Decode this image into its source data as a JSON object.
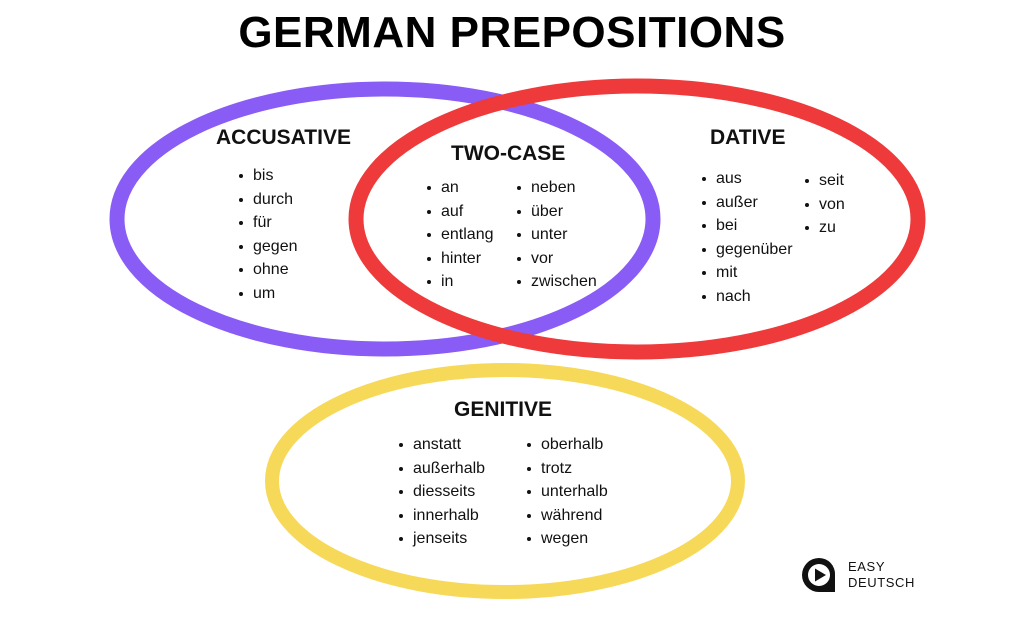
{
  "title": "GERMAN PREPOSITIONS",
  "colors": {
    "accusative": "#8a5cf6",
    "dative": "#ee3a3a",
    "genitive": "#f7d95a"
  },
  "accusative": {
    "heading": "ACCUSATIVE",
    "items": [
      "bis",
      "durch",
      "für",
      "gegen",
      "ohne",
      "um"
    ]
  },
  "two_case": {
    "heading": "TWO-CASE",
    "col1": [
      "an",
      "auf",
      "entlang",
      "hinter",
      "in"
    ],
    "col2": [
      "neben",
      "über",
      "unter",
      "vor",
      "zwischen"
    ]
  },
  "dative": {
    "heading": "DATIVE",
    "col1": [
      "aus",
      "außer",
      "bei",
      "gegenüber",
      "mit",
      "nach"
    ],
    "col2": [
      "seit",
      "von",
      "zu"
    ]
  },
  "genitive": {
    "heading": "GENITIVE",
    "col1": [
      "anstatt",
      "außerhalb",
      "diesseits",
      "innerhalb",
      "jenseits"
    ],
    "col2": [
      "oberhalb",
      "trotz",
      "unterhalb",
      "während",
      "wegen"
    ]
  },
  "logo": {
    "line1": "EASY",
    "line2": "DEUTSCH",
    "icon": "play-speech-bubble-icon"
  }
}
